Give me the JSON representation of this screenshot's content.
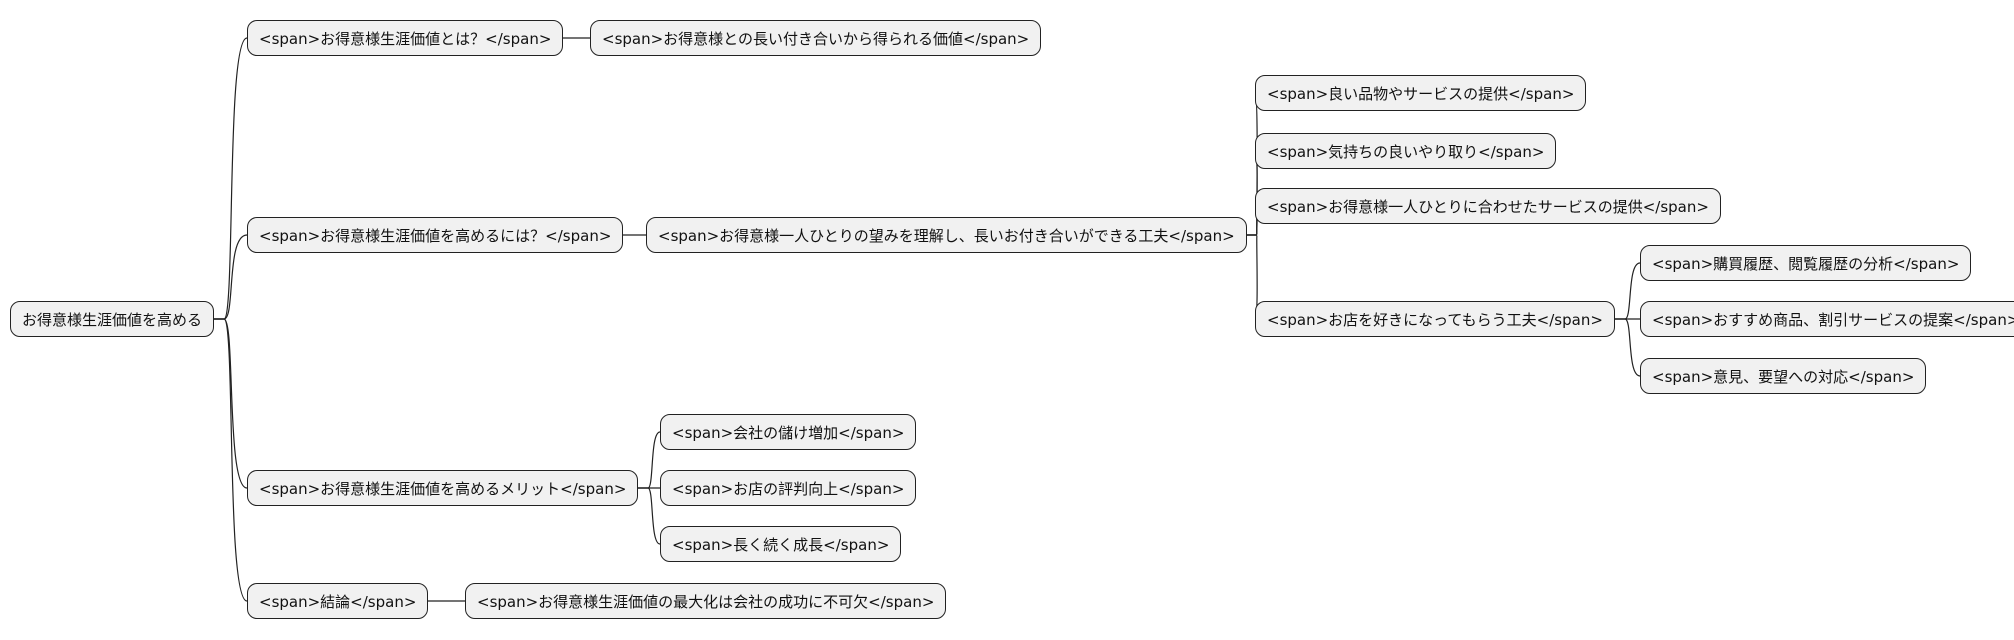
{
  "mindmap": {
    "root": {
      "label": "お得意様生涯価値を高める"
    },
    "branches": [
      {
        "label": "<span>お得意様生涯価値とは？</span>",
        "children": [
          {
            "label": "<span>お得意様との長い付き合いから得られる価値</span>"
          }
        ]
      },
      {
        "label": "<span>お得意様生涯価値を高めるには？</span>",
        "children": [
          {
            "label": "<span>お得意様一人ひとりの望みを理解し、長いお付き合いができる工夫</span>",
            "children": [
              {
                "label": "<span>良い品物やサービスの提供</span>"
              },
              {
                "label": "<span>気持ちの良いやり取り</span>"
              },
              {
                "label": "<span>お得意様一人ひとりに合わせたサービスの提供</span>"
              },
              {
                "label": "<span>お店を好きになってもらう工夫</span>",
                "children": [
                  {
                    "label": "<span>購買履歴、閲覧履歴の分析</span>"
                  },
                  {
                    "label": "<span>おすすめ商品、割引サービスの提案</span>"
                  },
                  {
                    "label": "<span>意見、要望への対応</span>"
                  }
                ]
              }
            ]
          }
        ]
      },
      {
        "label": "<span>お得意様生涯価値を高めるメリット</span>",
        "children": [
          {
            "label": "<span>会社の儲け増加</span>"
          },
          {
            "label": "<span>お店の評判向上</span>"
          },
          {
            "label": "<span>長く続く成長</span>"
          }
        ]
      },
      {
        "label": "<span>結論</span>",
        "children": [
          {
            "label": "<span>お得意様生涯価値の最大化は会社の成功に不可欠</span>"
          }
        ]
      }
    ]
  }
}
